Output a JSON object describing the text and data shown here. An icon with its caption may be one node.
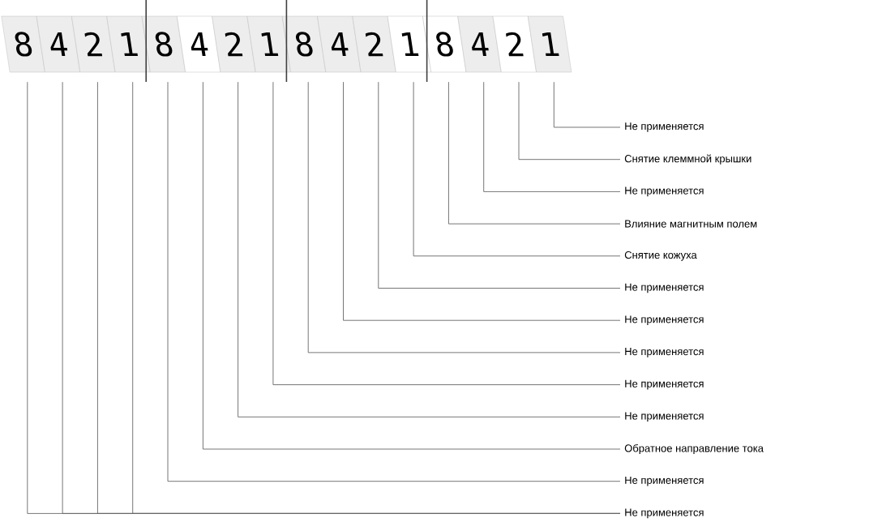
{
  "diagram": {
    "nodes": [
      {
        "text": [
          "8"
        ]
      },
      {
        "text": [
          "4"
        ]
      },
      {
        "text": [
          "2"
        ]
      },
      {
        "text": [
          "1"
        ]
      },
      {
        "text": [
          "8"
        ]
      },
      {
        "text": [
          "4"
        ]
      },
      {
        "text": [
          "2"
        ]
      },
      {
        "text": [
          "1"
        ]
      },
      {
        "text": [
          "8"
        ]
      },
      {
        "text": [
          "4"
        ]
      },
      {
        "text": [
          "2"
        ]
      },
      {
        "text": [
          "1"
        ]
      },
      {
        "text": [
          "8"
        ]
      },
      {
        "text": [
          "4"
        ]
      },
      {
        "text": [
          "2"
        ]
      },
      {
        "text": [
          "1"
        ]
      },
      {
        "text": [
          "Не применяется"
        ]
      },
      {
        "text": [
          "Снятие клеммной крышки"
        ]
      },
      {
        "text": [
          "Не применяется"
        ]
      },
      {
        "text": [
          "Влияние магнитным полем"
        ]
      },
      {
        "text": [
          "Снятие кожуха"
        ]
      },
      {
        "text": [
          "Не применяется"
        ]
      },
      {
        "text": [
          "Не применяется"
        ]
      },
      {
        "text": [
          "Не применяется"
        ]
      },
      {
        "text": [
          "Не применяется"
        ]
      },
      {
        "text": [
          "Не применяется"
        ]
      },
      {
        "text": [
          "Обратное направление тока"
        ]
      },
      {
        "text": [
          "Не применяется"
        ]
      },
      {
        "text": [
          "Не применяется"
        ]
      }
    ],
    "edges": [
      {
        "from": 16,
        "to": 15,
        "arrow": "none"
      },
      {
        "from": 17,
        "to": 14,
        "arrow": "none"
      },
      {
        "from": 18,
        "to": 13,
        "arrow": "none"
      },
      {
        "from": 19,
        "to": 12,
        "arrow": "none"
      },
      {
        "from": 20,
        "to": 11,
        "arrow": "none"
      },
      {
        "from": 21,
        "to": 10,
        "arrow": "none"
      },
      {
        "from": 22,
        "to": 9,
        "arrow": "none"
      },
      {
        "from": 23,
        "to": 8,
        "arrow": "none"
      },
      {
        "from": 24,
        "to": 7,
        "arrow": "none"
      },
      {
        "from": 25,
        "to": 6,
        "arrow": "none"
      },
      {
        "from": 26,
        "to": 5,
        "arrow": "none"
      },
      {
        "from": 27,
        "to": 4,
        "arrow": "none"
      },
      {
        "from": 28,
        "to": 3,
        "arrow": "none"
      },
      {
        "from": 28,
        "to": 2,
        "arrow": "none"
      },
      {
        "from": 28,
        "to": 1,
        "arrow": "none"
      },
      {
        "from": 28,
        "to": 0,
        "arrow": "none"
      }
    ]
  }
}
